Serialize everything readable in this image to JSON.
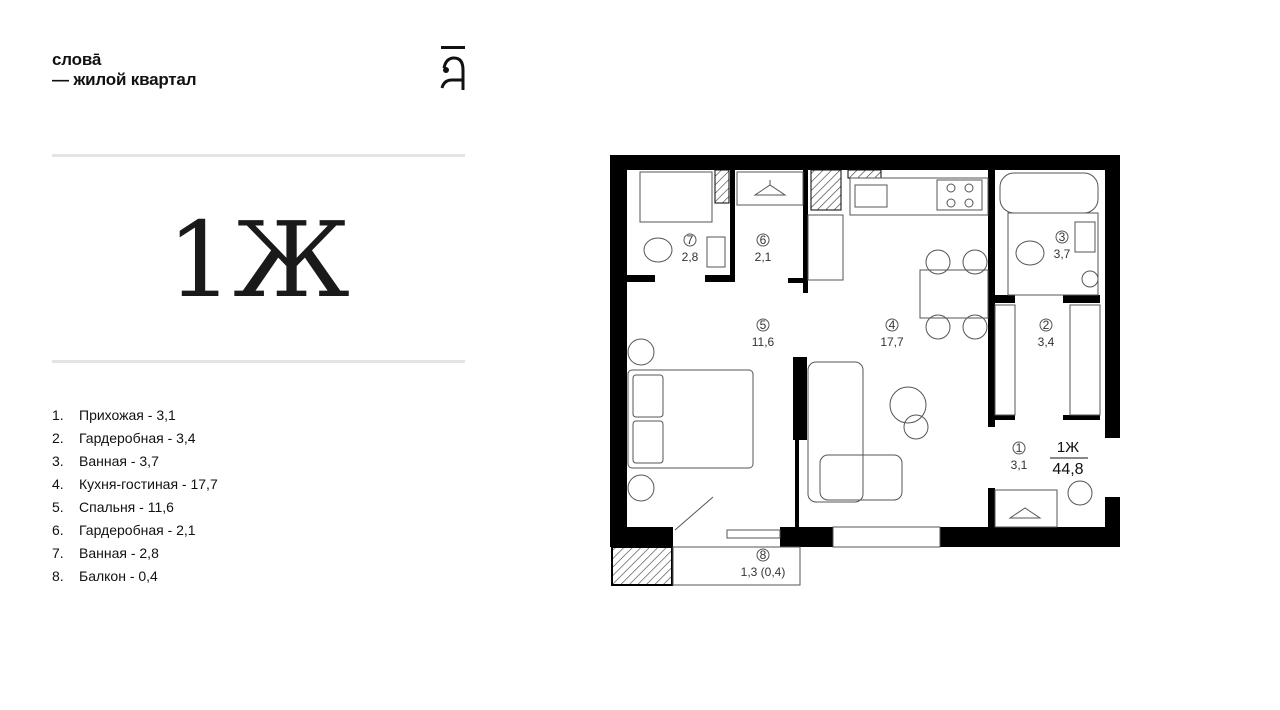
{
  "brand": {
    "line1": "слова̄",
    "line2": "— жилой квартал",
    "logo_glyph": "ā"
  },
  "apartment": {
    "type": "1Ж",
    "total_area": "44,8"
  },
  "rooms": [
    {
      "num": "1.",
      "name": "Прихожая - 3,1"
    },
    {
      "num": "2.",
      "name": "Гардеробная - 3,4"
    },
    {
      "num": "3.",
      "name": "Ванная - 3,7"
    },
    {
      "num": "4.",
      "name": "Кухня-гостиная - 17,7"
    },
    {
      "num": "5.",
      "name": "Спальня - 11,6"
    },
    {
      "num": "6.",
      "name": "Гардеробная - 2,1"
    },
    {
      "num": "7.",
      "name": "Ванная - 2,8"
    },
    {
      "num": "8.",
      "name": "Балкон - 0,4"
    }
  ],
  "plan_labels": [
    {
      "id": "1",
      "area": "3,1"
    },
    {
      "id": "2",
      "area": "3,4"
    },
    {
      "id": "3",
      "area": "3,7"
    },
    {
      "id": "4",
      "area": "17,7"
    },
    {
      "id": "5",
      "area": "11,6"
    },
    {
      "id": "6",
      "area": "2,1"
    },
    {
      "id": "7",
      "area": "2,8"
    },
    {
      "id": "8",
      "area": "1,3 (0,4)"
    }
  ]
}
